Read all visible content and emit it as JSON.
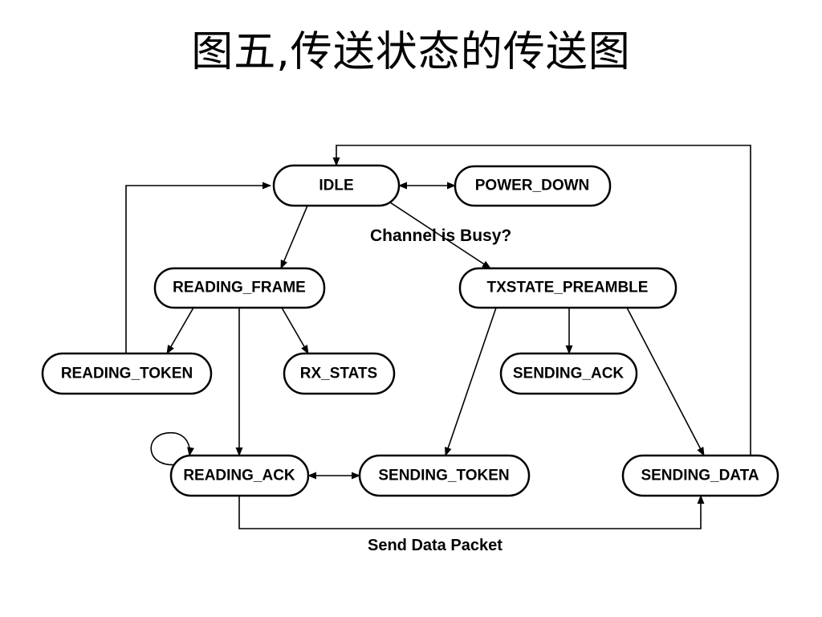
{
  "title": "图五,传送状态的传送图",
  "states": {
    "idle": "IDLE",
    "power_down": "POWER_DOWN",
    "reading_frame": "READING_FRAME",
    "txstate_preamble": "TXSTATE_PREAMBLE",
    "reading_token": "READING_TOKEN",
    "rx_stats": "RX_STATS",
    "sending_ack": "SENDING_ACK",
    "reading_ack": "READING_ACK",
    "sending_token": "SENDING_TOKEN",
    "sending_data": "SENDING_DATA"
  },
  "labels": {
    "channel_busy": "Channel is Busy?",
    "send_data_packet": "Send Data Packet"
  },
  "colors": {
    "stroke": "#000000",
    "background": "#ffffff"
  }
}
